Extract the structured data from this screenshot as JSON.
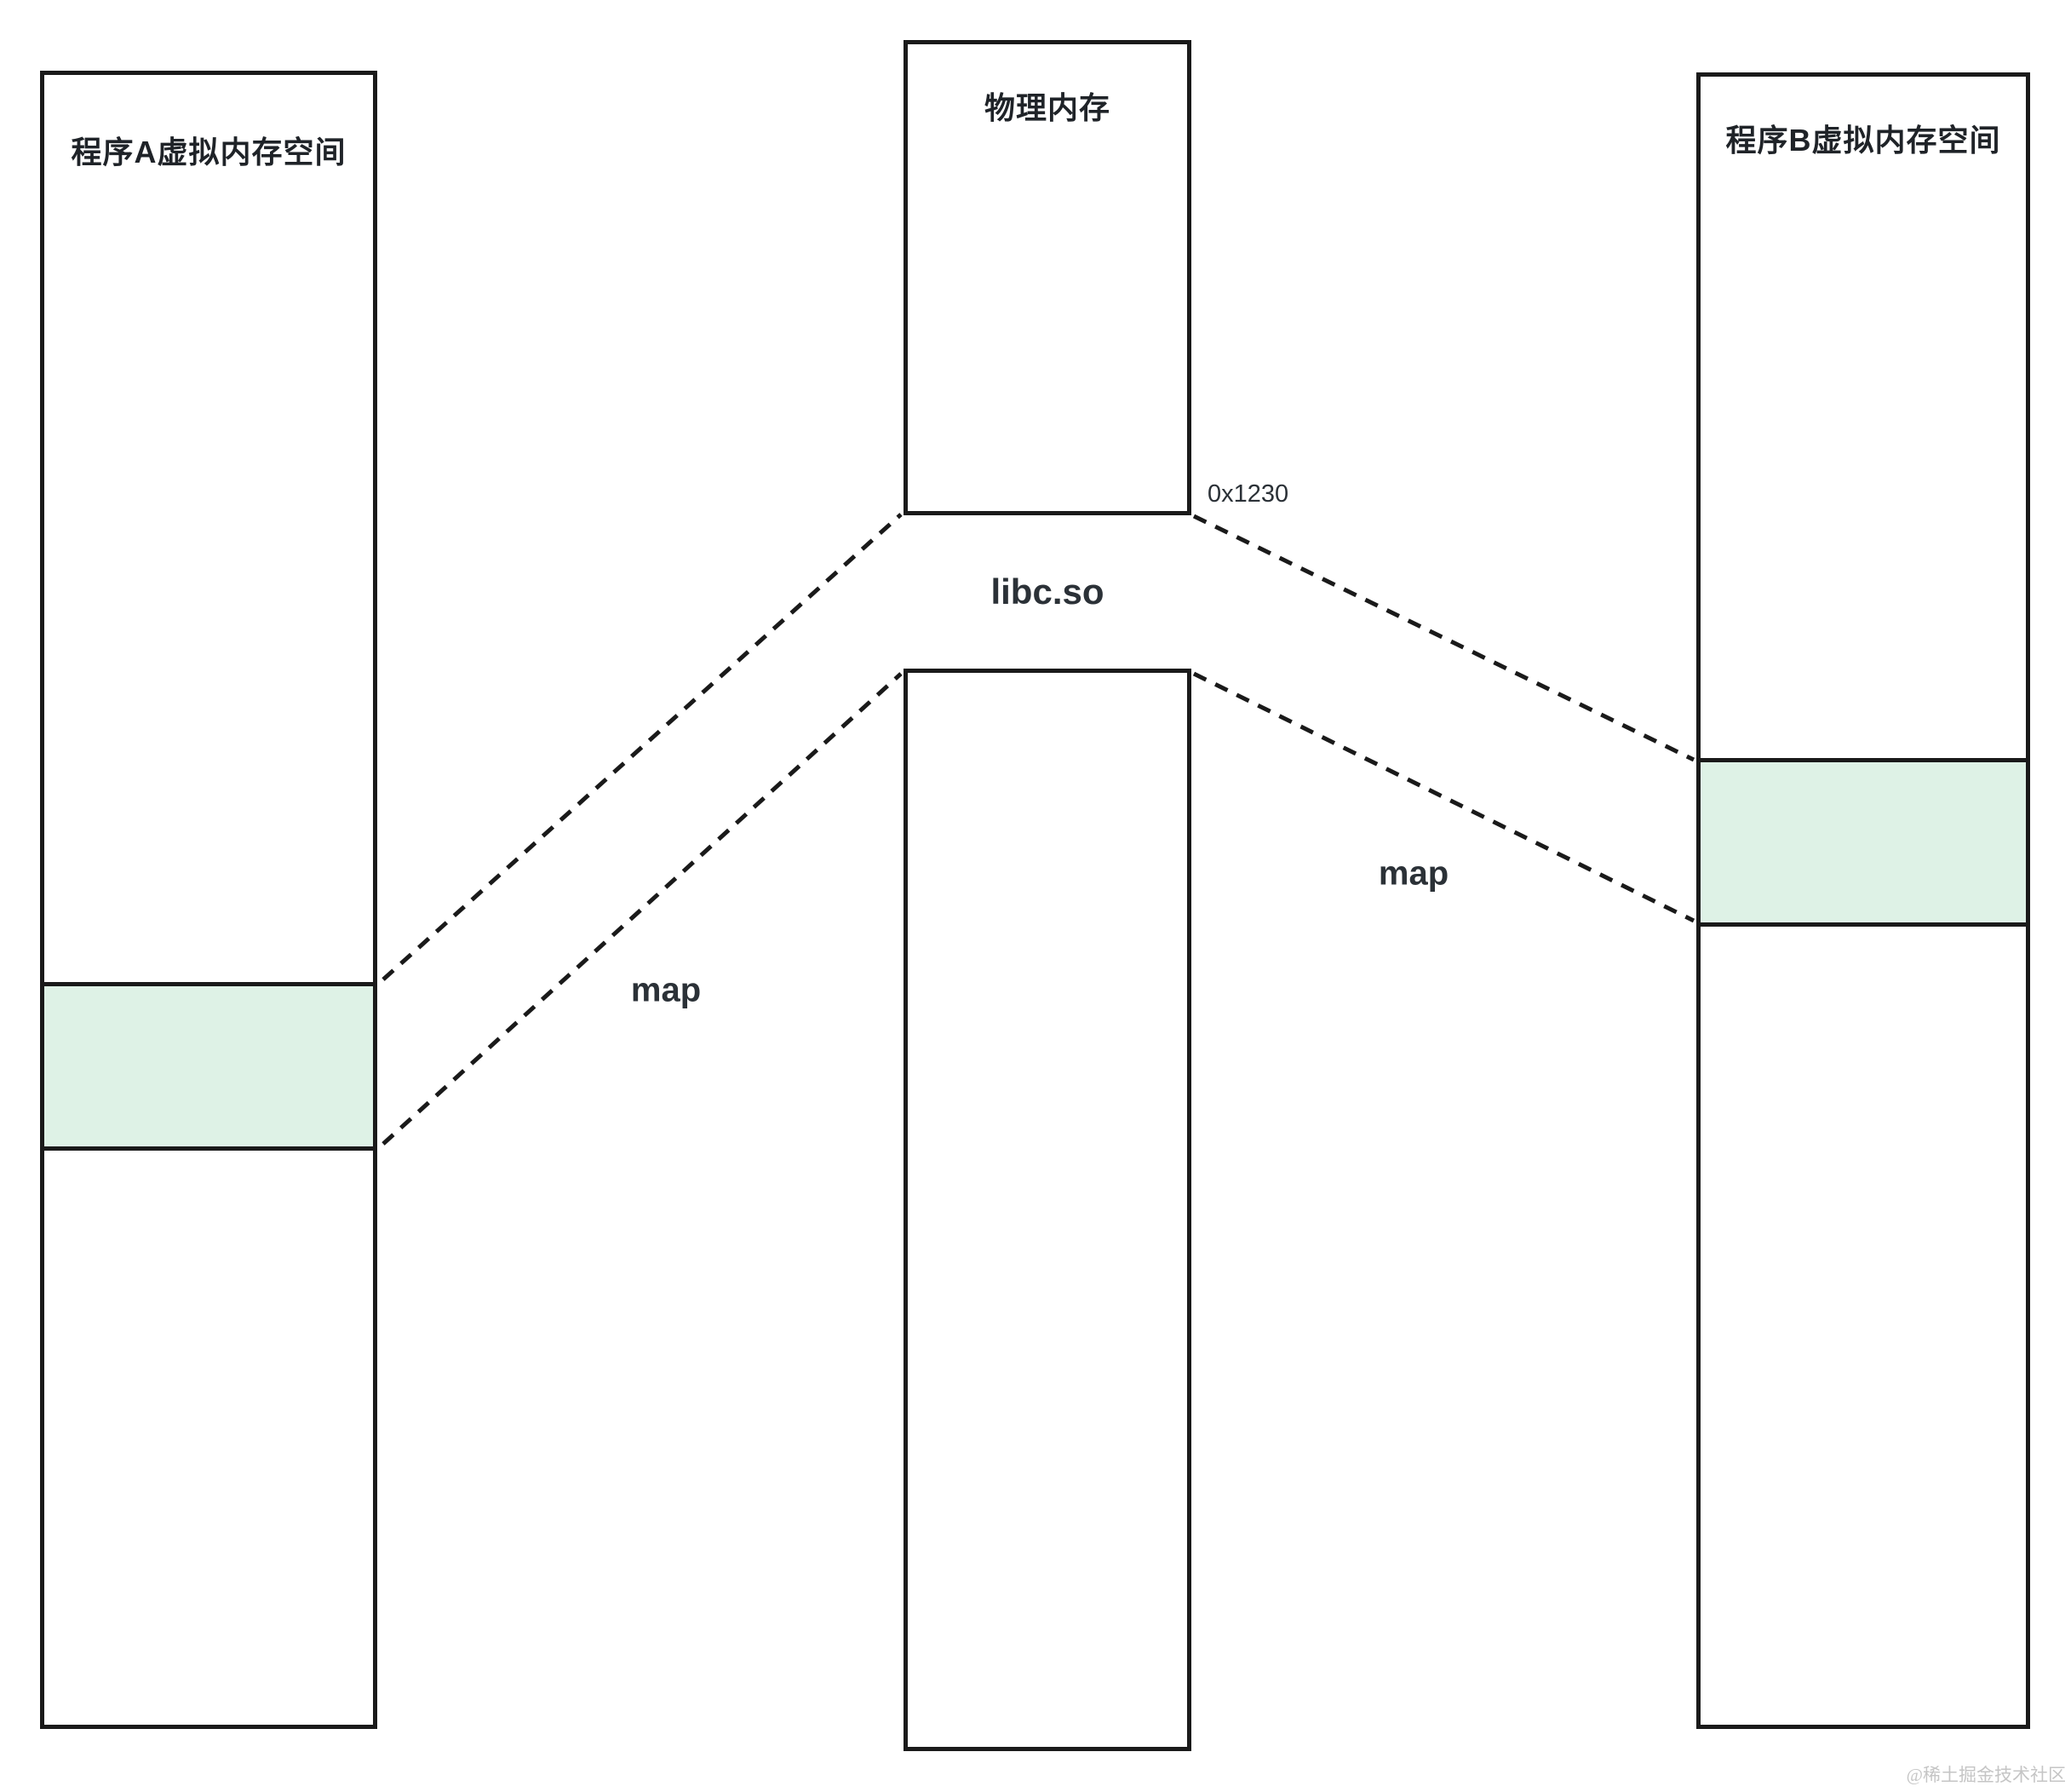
{
  "diagram": {
    "program_a": {
      "title": "程序A虚拟内存空间"
    },
    "physical_memory": {
      "title": "物理内存",
      "region_label": "libc.so",
      "address": "0x1230"
    },
    "program_b": {
      "title": "程序B虚拟内存空间"
    },
    "map_left": {
      "label": "map"
    },
    "map_right": {
      "label": "map"
    },
    "watermark": "@稀土掘金技术社区",
    "colors": {
      "region_fill": "#def2e6",
      "line": "#1a1a1a",
      "watermark_color": "#c5c5c5"
    }
  }
}
